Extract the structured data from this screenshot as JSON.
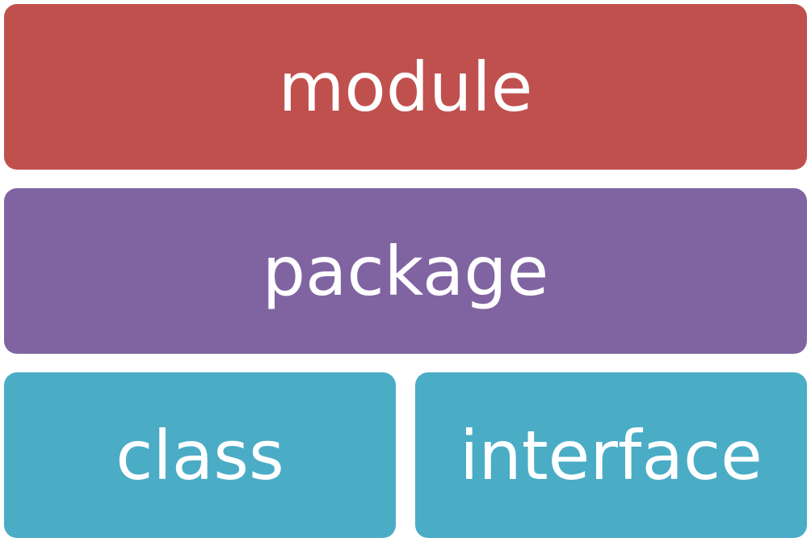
{
  "diagram": {
    "module": {
      "label": "module",
      "color": "#c0504d"
    },
    "package": {
      "label": "package",
      "color": "#8064a2"
    },
    "class": {
      "label": "class",
      "color": "#4bacc6"
    },
    "interface": {
      "label": "interface",
      "color": "#4bacc6"
    }
  }
}
